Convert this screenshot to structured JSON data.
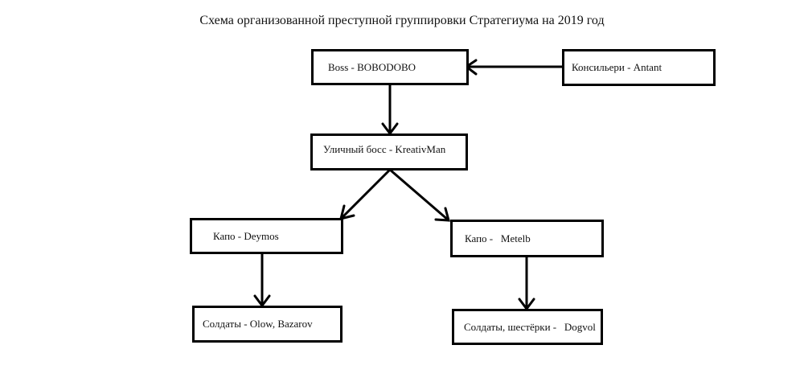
{
  "title": "Схема организованной преступной группировки Стратегиума на 2019 год",
  "nodes": {
    "boss": {
      "label": "Boss - BOBODOBO"
    },
    "consigliere": {
      "label": "Консильери - Antant"
    },
    "street_boss": {
      "label": "Уличный босс - KreativMan"
    },
    "capo_left": {
      "label": "Капо - Deymos"
    },
    "capo_right": {
      "label": "Капо -   Metelb"
    },
    "soldiers_left": {
      "label": "Солдаты - Olow, Bazarov"
    },
    "soldiers_right": {
      "label": "Солдаты, шестёрки -   Dogvol"
    }
  },
  "edges": [
    {
      "from": "consigliere",
      "to": "boss"
    },
    {
      "from": "boss",
      "to": "street_boss"
    },
    {
      "from": "street_boss",
      "to": "capo_left"
    },
    {
      "from": "street_boss",
      "to": "capo_right"
    },
    {
      "from": "capo_left",
      "to": "soldiers_left"
    },
    {
      "from": "capo_right",
      "to": "soldiers_right"
    }
  ]
}
